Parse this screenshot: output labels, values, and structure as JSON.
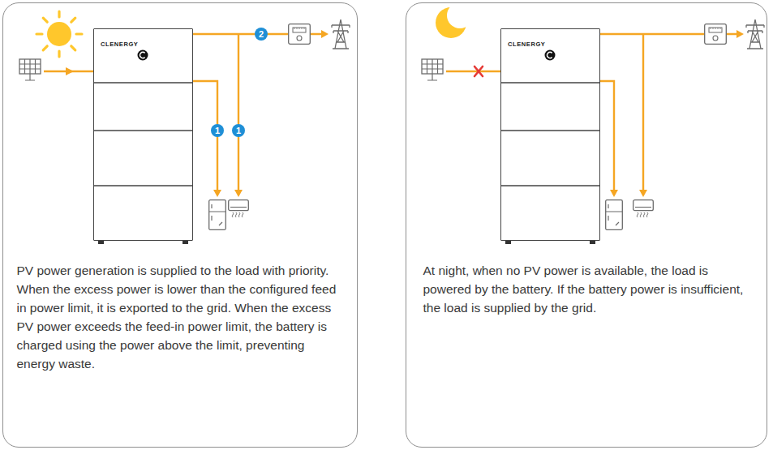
{
  "diagram": {
    "nodes": [
      {
        "text": [
          "PV power generation is supplied to the load with priority. When the excess power is lower than the configured feed in power limit, it is exported to the grid. When the excess PV power exceeds the feed-in power limit, the battery is charged using the power above the limit, preventing energy waste."
        ]
      },
      {
        "text": [
          "CLENERGY"
        ],
        "in": 0
      },
      {
        "text": [
          "At night, when no PV power is available, the load is powered by the battery. If the battery power is insufficient, the load is supplied by the grid."
        ]
      },
      {
        "text": [
          "CLENERGY"
        ],
        "in": 2
      }
    ],
    "labels": [
      "1",
      "1",
      "2"
    ]
  }
}
